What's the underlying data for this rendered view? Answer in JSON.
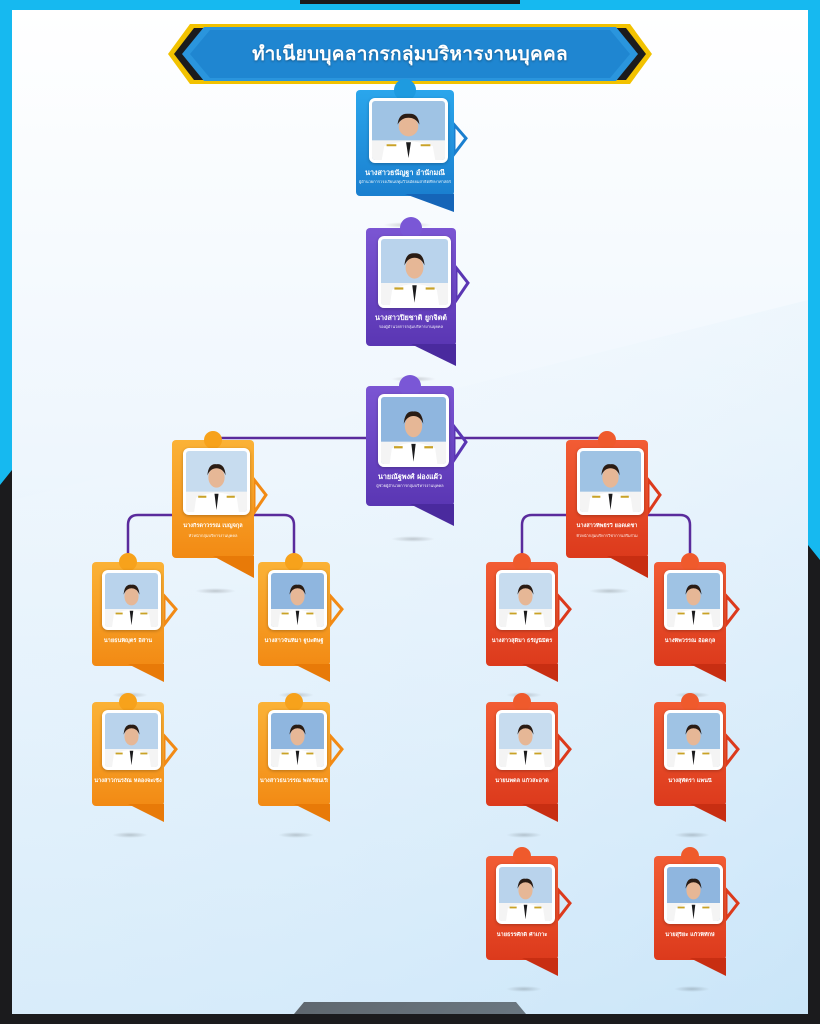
{
  "title": "ทำเนียบบุคลากรกลุ่มบริหารงานบุคคล",
  "colors": {
    "accent_blue": "#1e9be0",
    "accent_purple": "#6b45c2",
    "accent_orange": "#f7a21b",
    "accent_red": "#ea4a26",
    "frame_cyan": "#16b9f0",
    "frame_dark": "#1b1b1d",
    "title_gold": "#f2c200"
  },
  "people": [
    {
      "id": "p1",
      "name": "นางสาวธนัญฐา อำนักมณี",
      "role": "ผู้อำนวยการโรงเรียนปทุมวิไลมัธยมสาธิตศึกษาศาสตร์",
      "theme": "blue"
    },
    {
      "id": "p2",
      "name": "นางสาวปิยชาติ ยูกจิตต์",
      "role": "รองผู้อำนวยการกลุ่มบริหารงานบุคคล",
      "theme": "purple"
    },
    {
      "id": "p3",
      "name": "นายณัฐพงศ์ ผ่องแผ้ว",
      "role": "ผู้ช่วยผู้อำนวยการกลุ่มบริหารงานบุคคล",
      "theme": "purple"
    },
    {
      "id": "p4",
      "name": "นางกีรดาวรรณ เบญจกุล",
      "role": "หัวหน้ากลุ่มบริหารงานบุคคล",
      "theme": "orange"
    },
    {
      "id": "p5",
      "name": "นางสาวทิพย์รวี ยอดเดชา",
      "role": "หัวหน้ากลุ่มบริหารวิชาการเสริมร่วม",
      "theme": "red"
    },
    {
      "id": "p6",
      "name": "นายธนพิญุตร์ อิสาน",
      "role": "",
      "theme": "orange"
    },
    {
      "id": "p7",
      "name": "นางสาวจันทิมา ฐูปะติษฐ์",
      "role": "",
      "theme": "orange"
    },
    {
      "id": "p8",
      "name": "นางสาวสุดิมา ธรัญนิมิตร",
      "role": "",
      "theme": "red"
    },
    {
      "id": "p9",
      "name": "นางพิพวรรณ อ้อดกุล",
      "role": "",
      "theme": "red"
    },
    {
      "id": "p10",
      "name": "นางสาวกนรงัณ หลองจะเช้ง",
      "role": "",
      "theme": "orange"
    },
    {
      "id": "p11",
      "name": "นางสาวธนวรรณ พลเรียนเรียนชัยวัฒนพรรณ",
      "role": "",
      "theme": "orange"
    },
    {
      "id": "p12",
      "name": "นายนพดล แก้วสะอาด",
      "role": "",
      "theme": "red"
    },
    {
      "id": "p13",
      "name": "นางสุพัตรา แพนนี",
      "role": "",
      "theme": "red"
    },
    {
      "id": "p14",
      "name": "นายธรรศักดิ์ คำเกาะ",
      "role": "",
      "theme": "red"
    },
    {
      "id": "p15",
      "name": "นายสุริยะ แก้วพิทักษ์",
      "role": "",
      "theme": "red"
    }
  ]
}
